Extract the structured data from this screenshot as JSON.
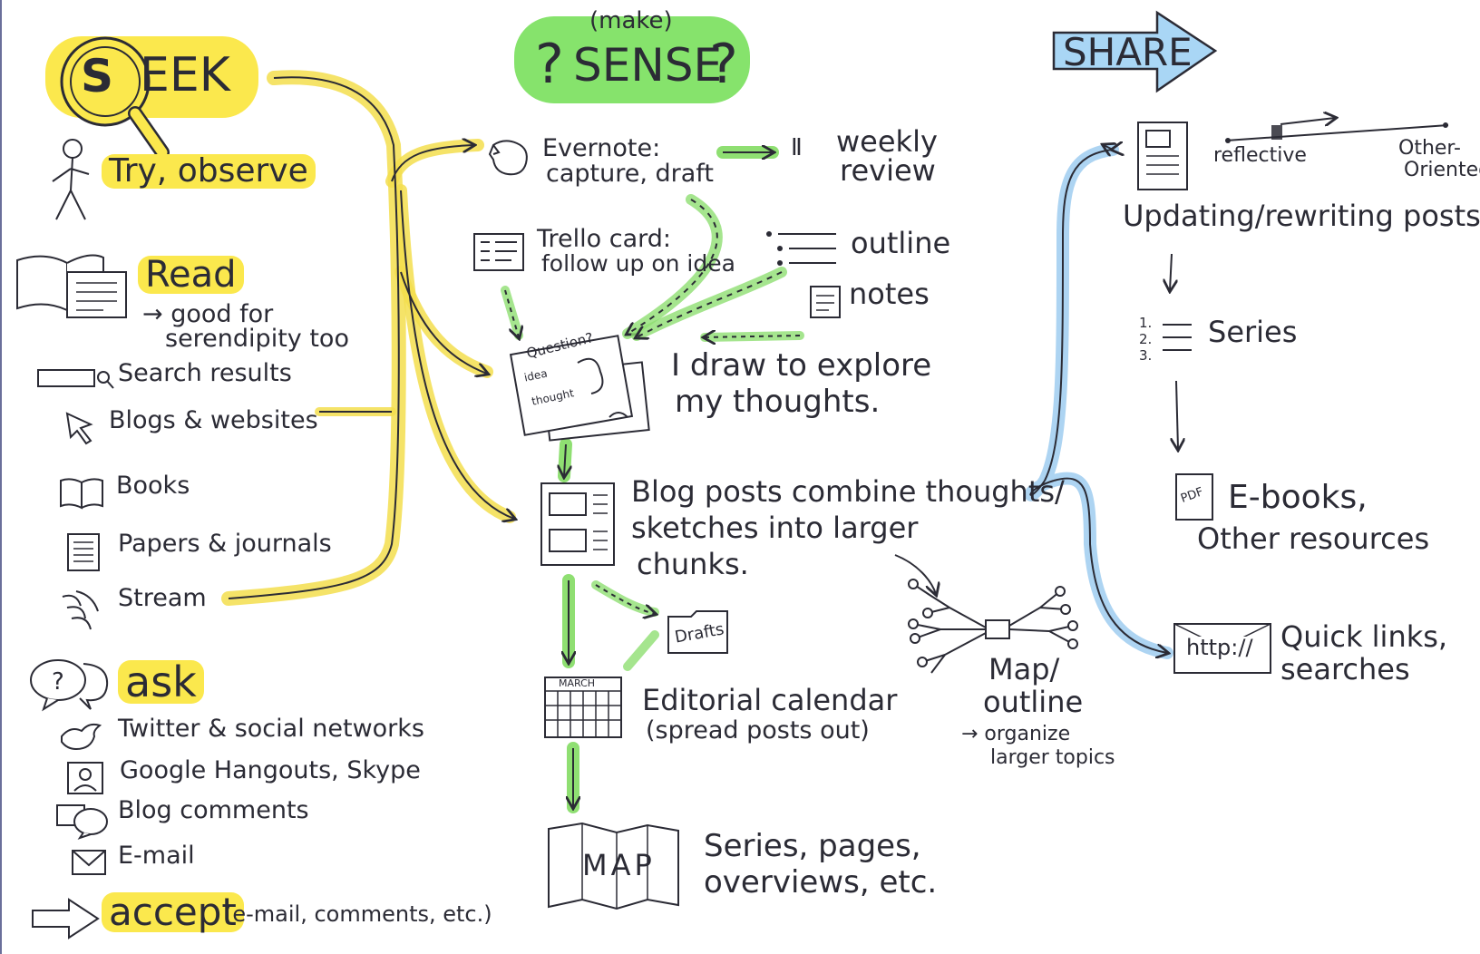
{
  "colors": {
    "ink": "#2b2b35",
    "seek_highlight": "#fbe84d",
    "sense_highlight": "#86e36c",
    "share_highlight": "#a9d6f5",
    "seek_arrows": "#f3de4e",
    "sense_arrows": "#8fdf72",
    "share_arrows": "#9fcdf0"
  },
  "seek": {
    "title": "EEK",
    "title_letter": "S",
    "items": {
      "try_observe": "Try, observe",
      "read": "Read",
      "read_note_1": "→ good for",
      "read_note_2": "serendipity too",
      "search_results": "Search results",
      "blogs_websites": "Blogs & websites",
      "books": "Books",
      "papers_journals": "Papers & journals",
      "stream": "Stream"
    },
    "ask": {
      "title": "ask",
      "items": {
        "twitter": "Twitter & social networks",
        "hangouts": "Google Hangouts, Skype",
        "blog_comments": "Blog comments",
        "email": "E-mail"
      }
    },
    "accept": {
      "title": "accept",
      "note": "(e-mail, comments, etc.)"
    }
  },
  "sense": {
    "title_prefix": "(make)",
    "title": "SENSE",
    "evernote_1": "Evernote:",
    "evernote_2": "capture, draft",
    "weekly_review_1": "weekly",
    "weekly_review_2": "review",
    "trello_1": "Trello card:",
    "trello_2": "follow up on idea",
    "outline": "outline",
    "notes": "notes",
    "draw_1": "I draw to explore",
    "draw_2": "my thoughts.",
    "sketch_question": "Question?",
    "sketch_idea": "idea",
    "sketch_thought": "thought",
    "blog_posts_1": "Blog posts combine thoughts/",
    "blog_posts_2": "sketches into larger",
    "blog_posts_3": "chunks.",
    "drafts": "Drafts",
    "calendar_header": "MARCH",
    "editorial_1": "Editorial calendar",
    "editorial_2": "(spread posts out)",
    "map_outline_1": "Map/",
    "map_outline_2": "outline",
    "map_outline_3": "→ organize",
    "map_outline_4": "larger topics",
    "map_label": "MAP",
    "series_pages_1": "Series, pages,",
    "series_pages_2": "overviews, etc."
  },
  "share": {
    "title": "SHARE",
    "reflective": "reflective",
    "other_oriented_1": "Other-",
    "other_oriented_2": "Oriented",
    "updating": "Updating/rewriting posts",
    "series": "Series",
    "series_numbers": [
      "1.",
      "2.",
      "3."
    ],
    "ebooks_1": "E-books,",
    "ebooks_2": "Other resources",
    "pdf_label": "PDF",
    "http_label": "http://",
    "quick_links_1": "Quick links,",
    "quick_links_2": "searches"
  }
}
